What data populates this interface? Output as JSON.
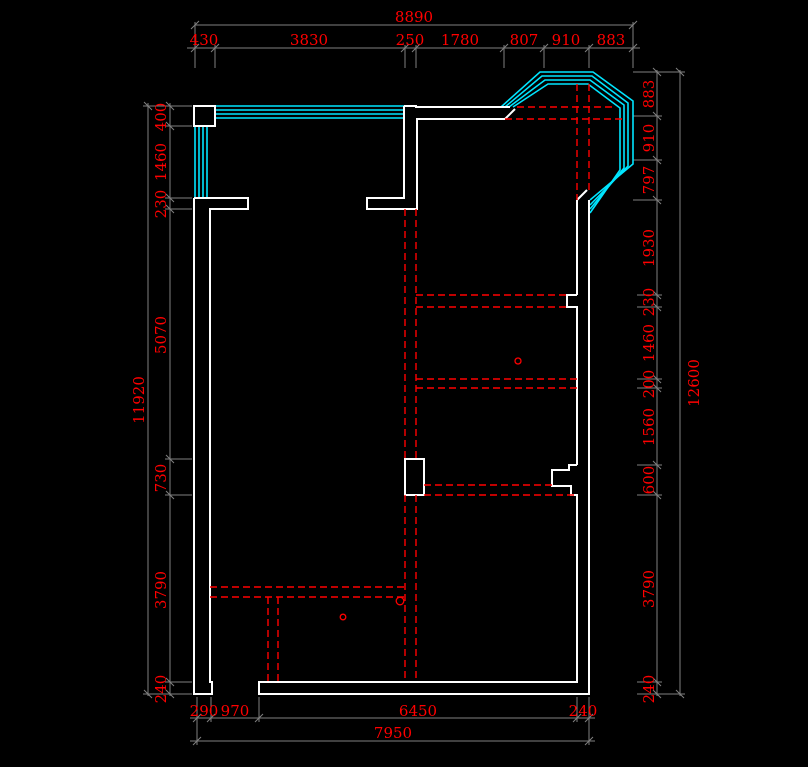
{
  "colors": {
    "background": "#000000",
    "wall": "#ffffff",
    "window": "#00e5ff",
    "hidden_line": "#ff0000",
    "dimension_line": "#808080",
    "dimension_text": "#ff0000"
  },
  "dimensions": {
    "top_total": "8890",
    "top_segments": [
      "430",
      "3830",
      "250",
      "1780",
      "807",
      "910",
      "883"
    ],
    "left_total": "11920",
    "left_segments": [
      "400",
      "1460",
      "230",
      "5070",
      "730",
      "3790",
      "240"
    ],
    "right_total": "12600",
    "right_segments": [
      "883",
      "910",
      "797",
      "1930",
      "230",
      "1460",
      "200",
      "1560",
      "600",
      "3790",
      "240"
    ],
    "bottom_total": "7950",
    "bottom_segments": [
      "290",
      "970",
      "6450",
      "240"
    ]
  }
}
